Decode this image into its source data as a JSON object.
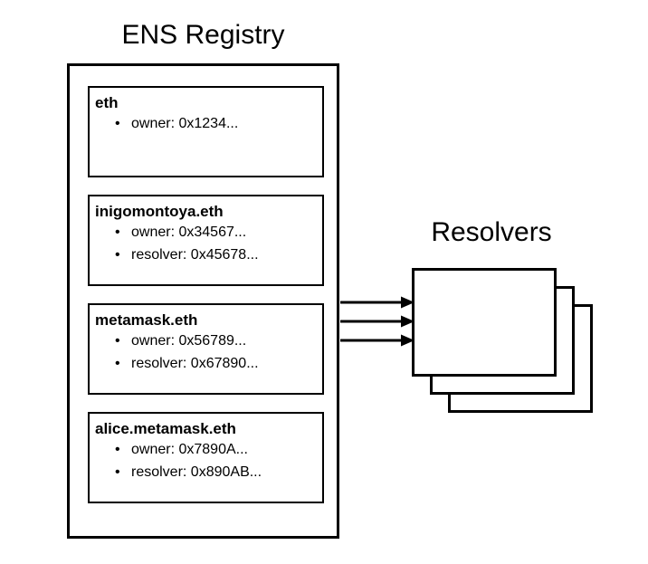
{
  "diagram": {
    "registry": {
      "title": "ENS Registry",
      "records": [
        {
          "name": "eth",
          "bullet_char": "•",
          "entries": [
            {
              "text": "owner: 0x1234..."
            }
          ]
        },
        {
          "name": "inigomontoya.eth",
          "bullet_char": "•",
          "entries": [
            {
              "text": "owner: 0x34567..."
            },
            {
              "text": "resolver: 0x45678..."
            }
          ]
        },
        {
          "name": "metamask.eth",
          "bullet_char": "•",
          "entries": [
            {
              "text": "owner: 0x56789..."
            },
            {
              "text": "resolver: 0x67890..."
            }
          ]
        },
        {
          "name": "alice.metamask.eth",
          "bullet_char": "•",
          "entries": [
            {
              "text": "owner: 0x7890A..."
            },
            {
              "text": "resolver: 0x890AB..."
            }
          ]
        }
      ]
    },
    "resolvers": {
      "title": "Resolvers",
      "card_count": 3
    },
    "connections": {
      "count": 3,
      "style": "solid-arrow"
    },
    "colors": {
      "stroke": "#000000",
      "background": "#ffffff",
      "text": "#000000"
    }
  }
}
